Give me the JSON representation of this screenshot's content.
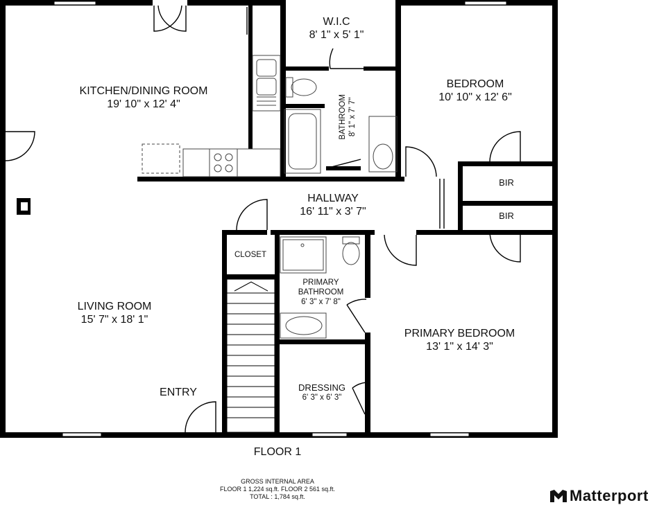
{
  "rooms": {
    "kitchen": {
      "name": "KITCHEN/DINING ROOM",
      "dims": "19' 10\" x 12' 4\""
    },
    "wic": {
      "name": "W.I.C",
      "dims": "8' 1\" x 5' 1\""
    },
    "bedroom": {
      "name": "BEDROOM",
      "dims": "10' 10\" x 12' 6\""
    },
    "bathroom": {
      "name": "BATHROOM",
      "dims": "8' 1\" x 7' 7\""
    },
    "bir1": {
      "name": "BIR"
    },
    "bir2": {
      "name": "BIR"
    },
    "hallway": {
      "name": "HALLWAY",
      "dims": "16' 11\" x 3' 7\""
    },
    "closet": {
      "name": "CLOSET"
    },
    "primary_bathroom": {
      "name1": "PRIMARY",
      "name2": "BATHROOM",
      "dims": "6' 3\" x 7' 8\""
    },
    "living": {
      "name": "LIVING ROOM",
      "dims": "15' 7\" x 18' 1\""
    },
    "primary_bedroom": {
      "name": "PRIMARY BEDROOM",
      "dims": "13' 1\" x 14' 3\""
    },
    "dressing": {
      "name": "DRESSING",
      "dims": "6' 3\" x 6' 3\""
    },
    "entry": {
      "name": "ENTRY"
    }
  },
  "floor_label": "FLOOR 1",
  "area": {
    "title": "GROSS INTERNAL AREA",
    "line": "FLOOR 1 1,224 sq.ft.    FLOOR 2 561 sq.ft.",
    "total": "TOTAL : 1,784 sq.ft."
  },
  "brand": "Matterport",
  "colors": {
    "wall": "#000000",
    "fixture": "#444444",
    "background": "#ffffff"
  }
}
